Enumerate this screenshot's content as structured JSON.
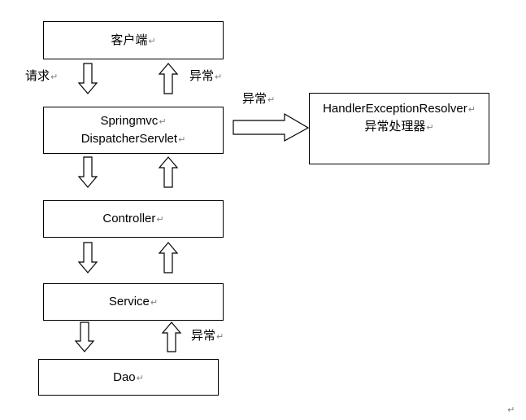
{
  "diagram": {
    "title": "SpringMVC exception handling flow",
    "background_color": "#ffffff",
    "stroke_color": "#000000",
    "pilcrow": "↵",
    "boxes": [
      {
        "id": "client",
        "lines": [
          "客户端"
        ],
        "script": "cjk"
      },
      {
        "id": "springmvc",
        "lines": [
          "Springmvc",
          "DispatcherServlet"
        ],
        "script": "latin"
      },
      {
        "id": "resolver",
        "lines": [
          "HandlerExceptionResolver",
          "异常处理器"
        ],
        "script": "mixed"
      },
      {
        "id": "controller",
        "lines": [
          "Controller"
        ],
        "script": "latin"
      },
      {
        "id": "service",
        "lines": [
          "Service"
        ],
        "script": "latin"
      },
      {
        "id": "dao",
        "lines": [
          "Dao"
        ],
        "script": "latin"
      }
    ],
    "labels": [
      {
        "id": "request-label",
        "text": "请求"
      },
      {
        "id": "exception-label-top",
        "text": "异常"
      },
      {
        "id": "exception-label-right",
        "text": "异常"
      },
      {
        "id": "exception-label-dao",
        "text": "异常"
      }
    ],
    "corner_mark": "↵",
    "arrows": [
      {
        "id": "client-to-dispatcher",
        "direction": "down"
      },
      {
        "id": "dispatcher-to-client",
        "direction": "up"
      },
      {
        "id": "dispatcher-to-resolver",
        "direction": "right"
      },
      {
        "id": "dispatcher-to-controller",
        "direction": "down"
      },
      {
        "id": "controller-to-dispatcher",
        "direction": "up"
      },
      {
        "id": "controller-to-service",
        "direction": "down"
      },
      {
        "id": "service-to-controller",
        "direction": "up"
      },
      {
        "id": "service-to-dao",
        "direction": "down"
      },
      {
        "id": "dao-to-service",
        "direction": "up"
      }
    ]
  }
}
